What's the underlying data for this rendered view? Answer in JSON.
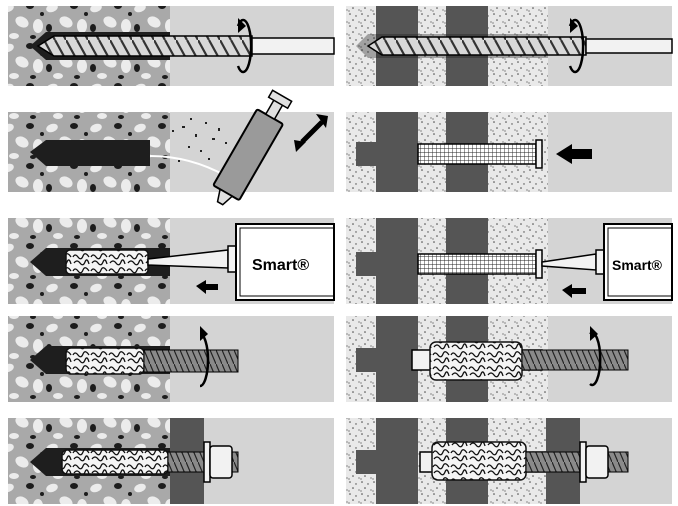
{
  "brand": {
    "name": "Smart",
    "mark": "®",
    "logo_text": "Smart®"
  },
  "steps": [
    {
      "index": 1,
      "masonry": "solid",
      "action": "drill"
    },
    {
      "index": 1,
      "masonry": "hollow",
      "action": "drill"
    },
    {
      "index": 2,
      "masonry": "solid",
      "action": "clean-with-blower"
    },
    {
      "index": 2,
      "masonry": "hollow",
      "action": "insert-mesh-sleeve"
    },
    {
      "index": 3,
      "masonry": "solid",
      "action": "inject-resin"
    },
    {
      "index": 3,
      "masonry": "hollow",
      "action": "inject-resin"
    },
    {
      "index": 4,
      "masonry": "solid",
      "action": "insert-threaded-rod"
    },
    {
      "index": 4,
      "masonry": "hollow",
      "action": "insert-threaded-rod"
    },
    {
      "index": 5,
      "masonry": "solid",
      "action": "fasten-nut"
    },
    {
      "index": 5,
      "masonry": "hollow",
      "action": "fasten-nut"
    }
  ],
  "colors": {
    "panel": "#d4d4d4",
    "concrete": "#a9a9a9",
    "stone": "#e8e8e8",
    "hole": "#1e1e1e",
    "brick_web": "#555555",
    "brick_core": "#e9e9e9",
    "resin": "#f2f2f2",
    "outline": "#000000"
  }
}
